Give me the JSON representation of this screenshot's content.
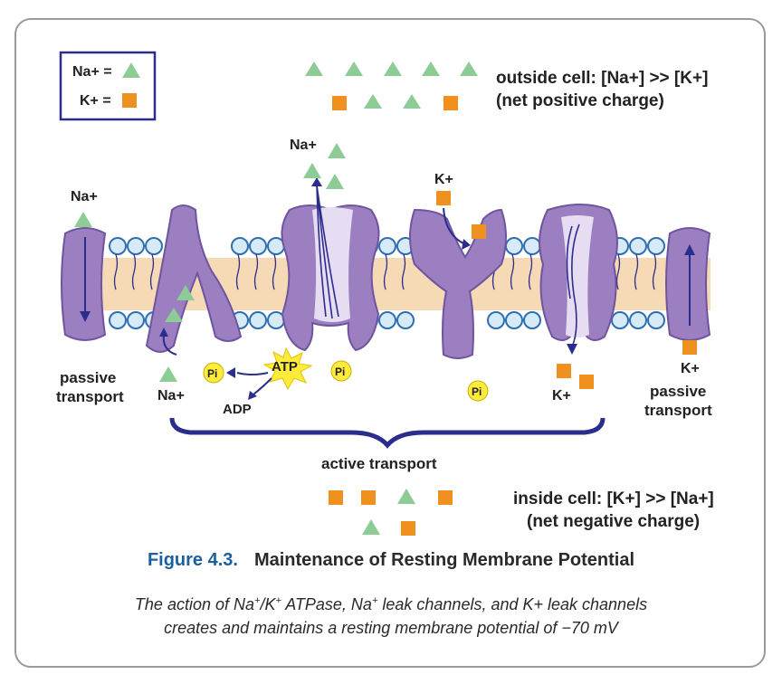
{
  "legend": {
    "na_label": "Na+ =",
    "k_label": "K+ ="
  },
  "colors": {
    "na": "#8dcc95",
    "k": "#f0901e",
    "protein": "#9b7fc1",
    "protein_dark": "#6f55a0",
    "lipid_head": "#d6ebf7",
    "lipid_core": "#f6d9b5",
    "atp": "#ffeb3b",
    "brace": "#2b2d8c",
    "title_accent": "#1a5f9e"
  },
  "outside": {
    "line1": "outside cell: [Na+] >> [K+]",
    "line2": "(net positive charge)"
  },
  "inside": {
    "line1": "inside cell: [K+] >> [Na+]",
    "line2": "(net negative charge)"
  },
  "labels": {
    "na_top_left": "Na+",
    "na_pump_out": "Na+",
    "k_pump_in": "K+",
    "passive_left_1": "passive",
    "passive_left_2": "transport",
    "na_in": "Na+",
    "atp": "ATP",
    "adp": "ADP",
    "pi": "Pi",
    "k_inside_channel": "K+",
    "k_right": "K+",
    "passive_right_1": "passive",
    "passive_right_2": "transport",
    "active": "active transport"
  },
  "figure": {
    "number": "Figure 4.3.",
    "title": "Maintenance of Resting Membrane Potential",
    "desc_line1_a": "The action of Na",
    "desc_line1_b": "/K",
    "desc_line1_c": " ATPase, Na",
    "desc_line1_d": " leak channels, and K+ leak channels",
    "desc_line2": "creates and maintains a resting membrane potential of −70 mV",
    "sup": "+"
  }
}
